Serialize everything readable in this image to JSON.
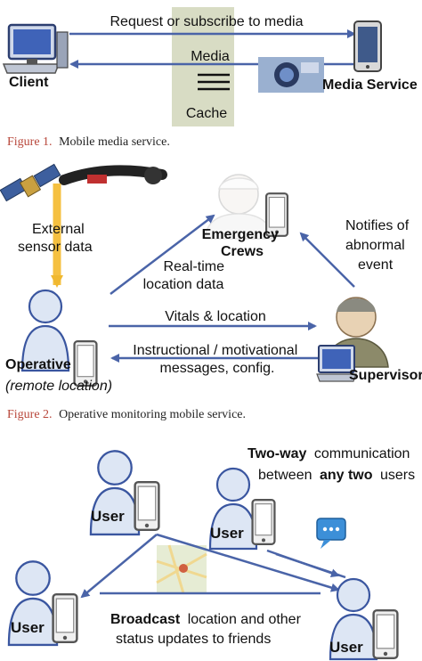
{
  "figure1": {
    "client_label": "Client",
    "request_label": "Request or subscribe to media",
    "media_label": "Media",
    "cache_label": "Cache",
    "media_service_label": "Media Service",
    "caption_number": "Figure 1.",
    "caption_text": "Mobile media service."
  },
  "figure2": {
    "external_label_line1": "External",
    "external_label_line2": "sensor data",
    "emergency_label_line1": "Emergency",
    "emergency_label_line2": "Crews",
    "notifies_line1": "Notifies of",
    "notifies_line2": "abnormal",
    "notifies_line3": "event",
    "realtime_line1": "Real-time",
    "realtime_line2": "location data",
    "vitals_label": "Vitals & location",
    "instructional_line1": "Instructional / motivational",
    "instructional_line2": "messages, config.",
    "operative_label": "Operative",
    "remote_label": "(remote location)",
    "supervisor_label": "Supervisor",
    "caption_number": "Figure 2.",
    "caption_text": "Operative monitoring mobile service."
  },
  "figure3": {
    "twoway_line1_bold": "Two-way",
    "twoway_line1_rest": "communication",
    "twoway_line2_pre": "between",
    "twoway_line2_bold": "any two",
    "twoway_line2_post": "users",
    "user_label": "User",
    "broadcast_bold": "Broadcast",
    "broadcast_line1_rest": "location and other",
    "broadcast_line2": "status updates to friends"
  },
  "colors": {
    "arrow_blue": "#4a64a8",
    "sensor_arrow": "#f5c040",
    "user_fill": "#dde6f4",
    "user_stroke": "#3a56a0",
    "caption_number": "#b8463a",
    "cache_band": "#d8dcc4"
  }
}
